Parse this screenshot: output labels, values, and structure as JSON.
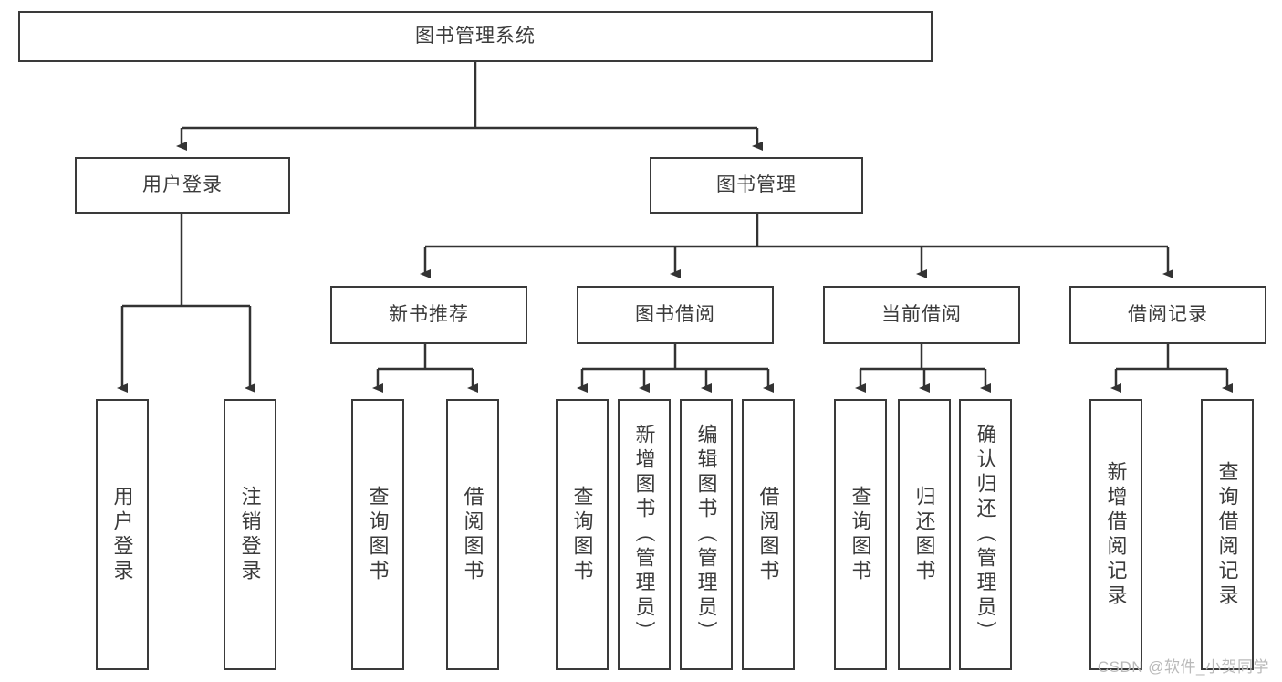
{
  "diagram": {
    "title": "图书管理系统",
    "watermark": "CSDN @软件_小贺同学",
    "colors": {
      "border": "#3a3a3a",
      "text": "#3b3b3b",
      "background": "#ffffff",
      "edge": "#333333",
      "watermark": "#b9b9b9"
    },
    "levels": {
      "root": {
        "label": "图书管理系统"
      },
      "level1": [
        {
          "label": "用户登录"
        },
        {
          "label": "图书管理"
        }
      ],
      "level2": [
        {
          "label": "新书推荐"
        },
        {
          "label": "图书借阅"
        },
        {
          "label": "当前借阅"
        },
        {
          "label": "借阅记录"
        }
      ],
      "leaves": {
        "user_login": [
          {
            "label": "用户登录"
          },
          {
            "label": "注销登录"
          }
        ],
        "new_book": [
          {
            "label": "查询图书"
          },
          {
            "label": "借阅图书"
          }
        ],
        "book_borrow": [
          {
            "label": "查询图书"
          },
          {
            "label": "新增图书（管理员）"
          },
          {
            "label": "编辑图书（管理员）"
          },
          {
            "label": "借阅图书"
          }
        ],
        "current_borrow": [
          {
            "label": "查询图书"
          },
          {
            "label": "归还图书"
          },
          {
            "label": "确认归还（管理员）"
          }
        ],
        "borrow_record": [
          {
            "label": "新增借阅记录"
          },
          {
            "label": "查询借阅记录"
          }
        ]
      }
    }
  }
}
